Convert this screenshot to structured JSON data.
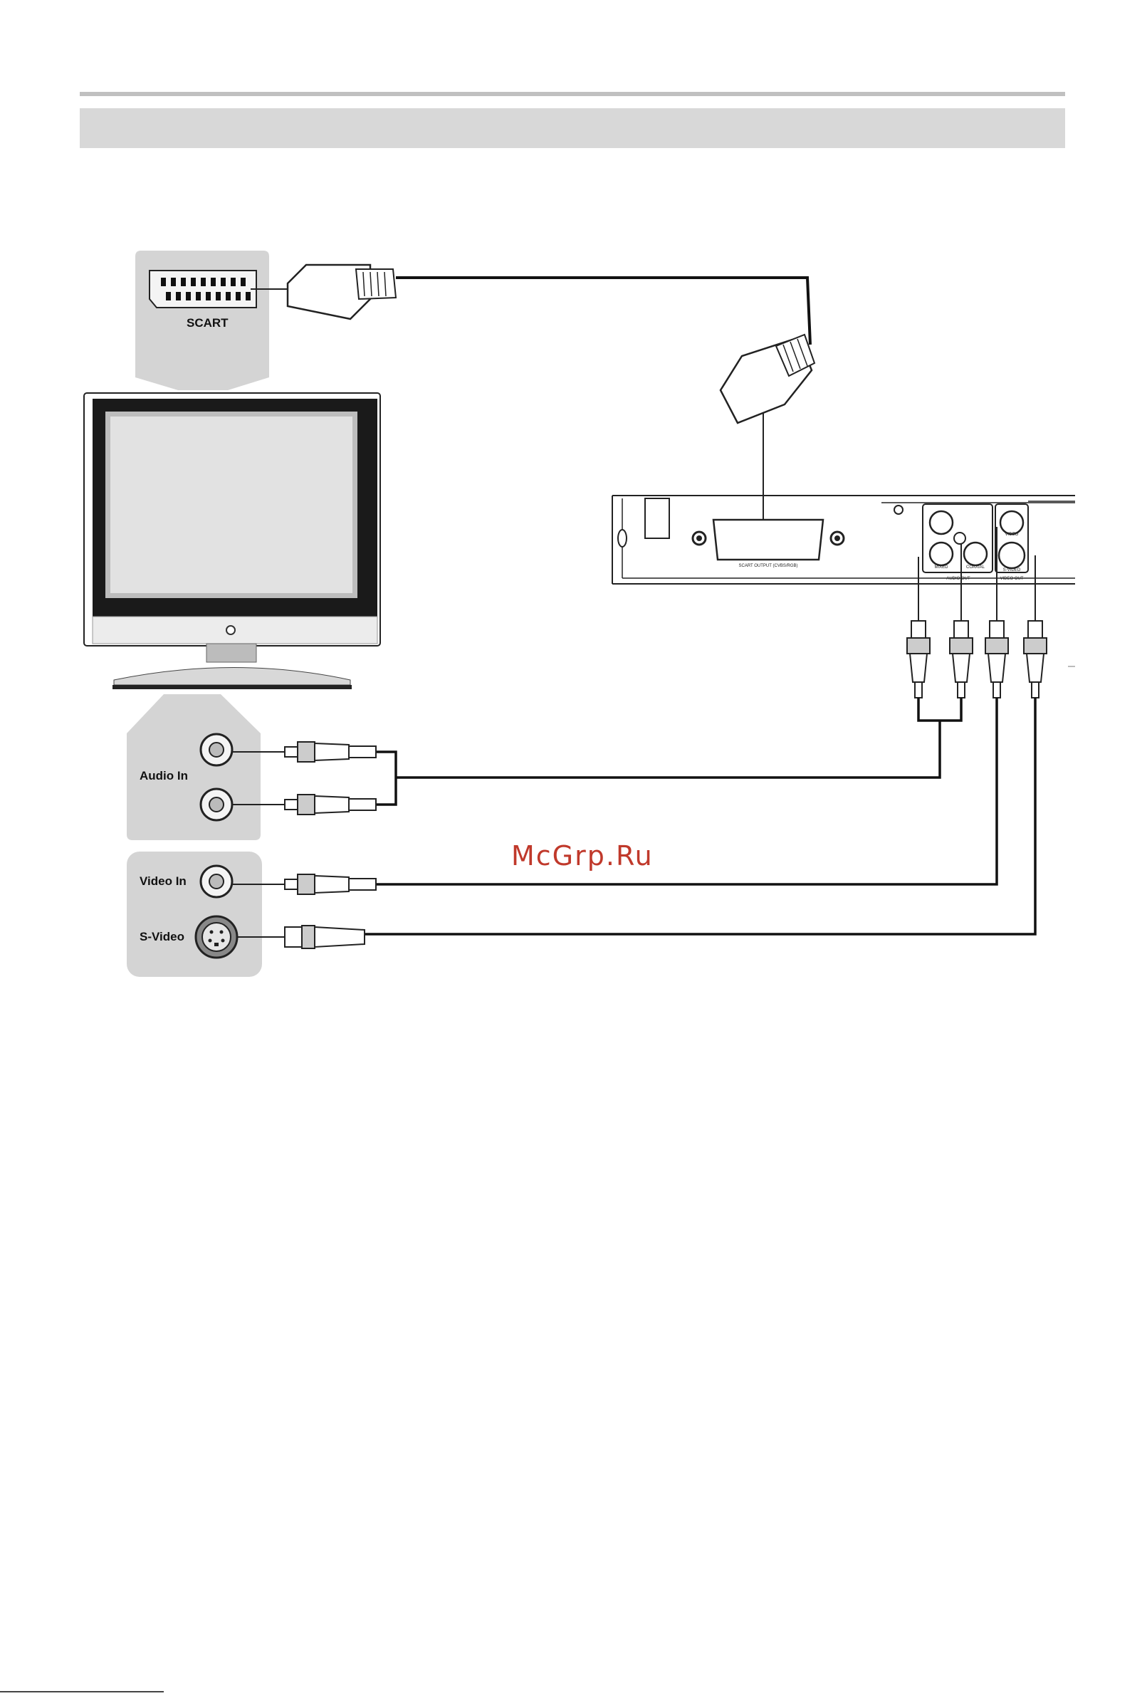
{
  "diagram": {
    "tv_labels": {
      "scart": "SCART",
      "audio_in": "Audio In",
      "video_in": "Video In",
      "s_video": "S-Video"
    },
    "player_labels": {
      "scart_output": "SCART OUTPUT (CVBS/RGB)",
      "audio_out": "AUDIO OUT",
      "video_out": "VIDEO OUT",
      "audio_l": "MIXED",
      "coaxial": "COAXIAL",
      "video": "VIDEO",
      "s_video": "S-VIDEO"
    },
    "watermark": "McGrp.Ru"
  },
  "colors": {
    "header_bar": "#d8d8d8",
    "top_rule": "#c0c0c0",
    "panel_gray": "#d4d4d4",
    "watermark": "#c0392b"
  }
}
